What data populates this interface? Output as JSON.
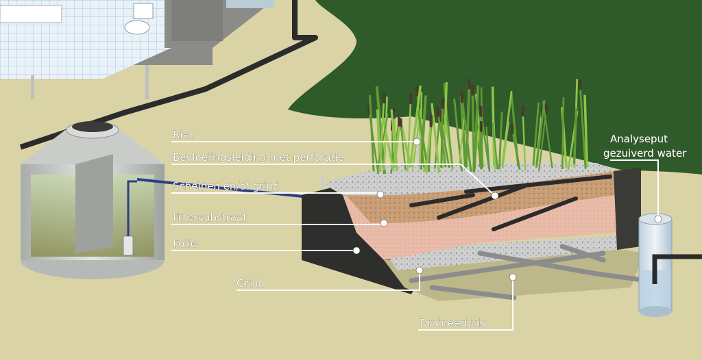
{
  "labels": {
    "riet": "Riet",
    "bevloeiing": "Bevloeiingsleiding met perforatie",
    "schelpen": "Schelpen en/of grind",
    "filtersubstraat": "Filtersubstraat",
    "folie": "Folie",
    "grind": "Grind",
    "draineerbuis": "Draineerbuis",
    "analyseput_line1": "Analyseput",
    "analyseput_line2": "gezuiverd water"
  },
  "colors": {
    "ground": "#d9d3a6",
    "grass": "#2f5a2a",
    "soil_dark": "#2e2e2c",
    "filter_substrate": "#e8b9a6",
    "gravel": "#c9c9c9",
    "shell_layer": "#c59a72",
    "tank": "#c8ccc8",
    "water": "#c7d4dc",
    "pipe": "#2b2b2b",
    "reed_green": "#8fc44a"
  }
}
